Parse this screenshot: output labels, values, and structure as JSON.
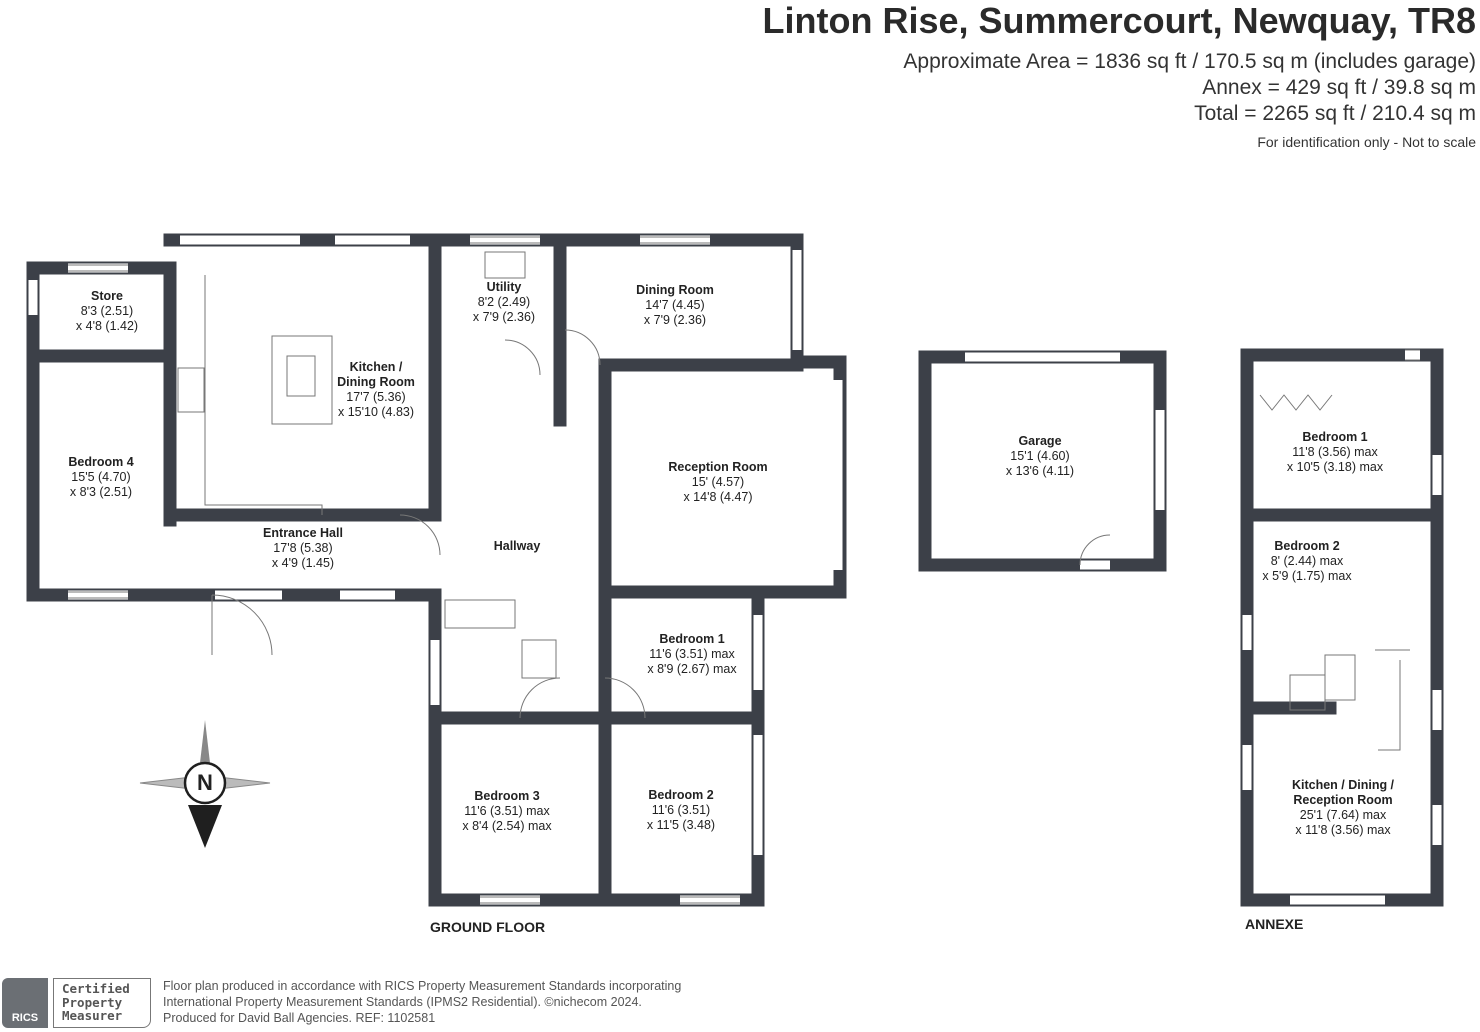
{
  "header": {
    "title": "Linton Rise, Summercourt, Newquay, TR8",
    "area_main": "Approximate Area = 1836 sq ft / 170.5 sq m (includes garage)",
    "area_annex": "Annex = 429 sq ft / 39.8 sq m",
    "area_total": "Total = 2265 sq ft / 210.4 sq m",
    "note": "For identification only - Not to scale"
  },
  "ground_floor": {
    "label": "GROUND FLOOR",
    "rooms": [
      {
        "name": "Store",
        "d1": "8'3 (2.51)",
        "d2": "x 4'8 (1.42)"
      },
      {
        "name": "Kitchen /",
        "name2": "Dining Room",
        "d1": "17'7 (5.36)",
        "d2": "x 15'10 (4.83)"
      },
      {
        "name": "Utility",
        "d1": "8'2 (2.49)",
        "d2": "x 7'9 (2.36)"
      },
      {
        "name": "Dining Room",
        "d1": "14'7 (4.45)",
        "d2": "x 7'9 (2.36)"
      },
      {
        "name": "Bedroom 4",
        "d1": "15'5 (4.70)",
        "d2": "x 8'3 (2.51)"
      },
      {
        "name": "Reception Room",
        "d1": "15' (4.57)",
        "d2": "x 14'8 (4.47)"
      },
      {
        "name": "Entrance Hall",
        "d1": "17'8 (5.38)",
        "d2": "x 4'9 (1.45)"
      },
      {
        "name": "Hallway"
      },
      {
        "name": "Bedroom 1",
        "d1": "11'6 (3.51) max",
        "d2": "x 8'9 (2.67) max"
      },
      {
        "name": "Bedroom 3",
        "d1": "11'6 (3.51) max",
        "d2": "x 8'4 (2.54) max"
      },
      {
        "name": "Bedroom 2",
        "d1": "11'6 (3.51)",
        "d2": "x 11'5 (3.48)"
      }
    ]
  },
  "garage": {
    "name": "Garage",
    "d1": "15'1 (4.60)",
    "d2": "x 13'6 (4.11)"
  },
  "annexe": {
    "label": "ANNEXE",
    "rooms": [
      {
        "name": "Bedroom 1",
        "d1": "11'8 (3.56) max",
        "d2": "x 10'5 (3.18) max"
      },
      {
        "name": "Bedroom 2",
        "d1": "8' (2.44) max",
        "d2": "x 5'9 (1.75) max"
      },
      {
        "name": "Kitchen / Dining /",
        "name2": "Reception Room",
        "d1": "25'1 (7.64) max",
        "d2": "x 11'8 (3.56) max"
      }
    ]
  },
  "compass": {
    "label": "N"
  },
  "footer": {
    "rics": "RICS",
    "cert": [
      "Certified",
      "Property",
      "Measurer"
    ],
    "lines": [
      "Floor plan produced in accordance with RICS Property Measurement Standards incorporating",
      "International Property Measurement Standards (IPMS2 Residential).   ©nichecom 2024.",
      "Produced for David Ball Agencies.   REF:  1102581"
    ]
  },
  "colors": {
    "wall": "#3c4048",
    "text": "#222222"
  }
}
